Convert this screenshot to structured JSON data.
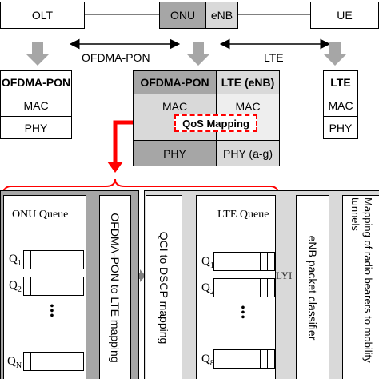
{
  "top": {
    "olt": "OLT",
    "onu": "ONU",
    "enb": "eNB",
    "ue": "UE",
    "ofdma_pon_link": "OFDMA-PON",
    "lte_link": "LTE"
  },
  "stacks": {
    "olt": {
      "title": "OFDMA-PON",
      "layer1": "MAC",
      "layer2": "PHY"
    },
    "onu_enb": {
      "left_title": "OFDMA-PON",
      "right_title": "LTE (eNB)",
      "left_mac": "MAC",
      "right_mac": "MAC",
      "qos": "QoS Mapping",
      "left_phy": "PHY",
      "right_phy": "PHY (a-g)"
    },
    "ue": {
      "title": "LTE",
      "layer1": "MAC",
      "layer2": "PHY"
    }
  },
  "bottom": {
    "onu_queue": {
      "title": "ONU Queue",
      "q1": "Q",
      "q1_sub": "1",
      "q2": "Q",
      "q2_sub": "2",
      "dots": "• • •",
      "qn": "Q",
      "qn_sub": "N"
    },
    "ofdma_mapping": "OFDMA-PON to LTE mapping",
    "qci_dscp": "QCI to DSCP mapping",
    "lte_queue": {
      "title": "LTE Queue",
      "q1": "Q",
      "q1_sub": "1",
      "q2": "Q",
      "q2_sub": "2",
      "dots": "• • •",
      "q8": "Q",
      "q8_sub": "8"
    },
    "partial_label": "LYI",
    "enb_classifier": "eNB packet classifier",
    "radio_bearers": "Mapping of radio bearers to mobility tunnels"
  },
  "colors": {
    "dark_gray": "#a6a6a6",
    "light_gray": "#d9d9d9",
    "very_light_gray": "#eeeeee",
    "red": "#ff0000",
    "arrow_gray": "#8c8c8c"
  }
}
